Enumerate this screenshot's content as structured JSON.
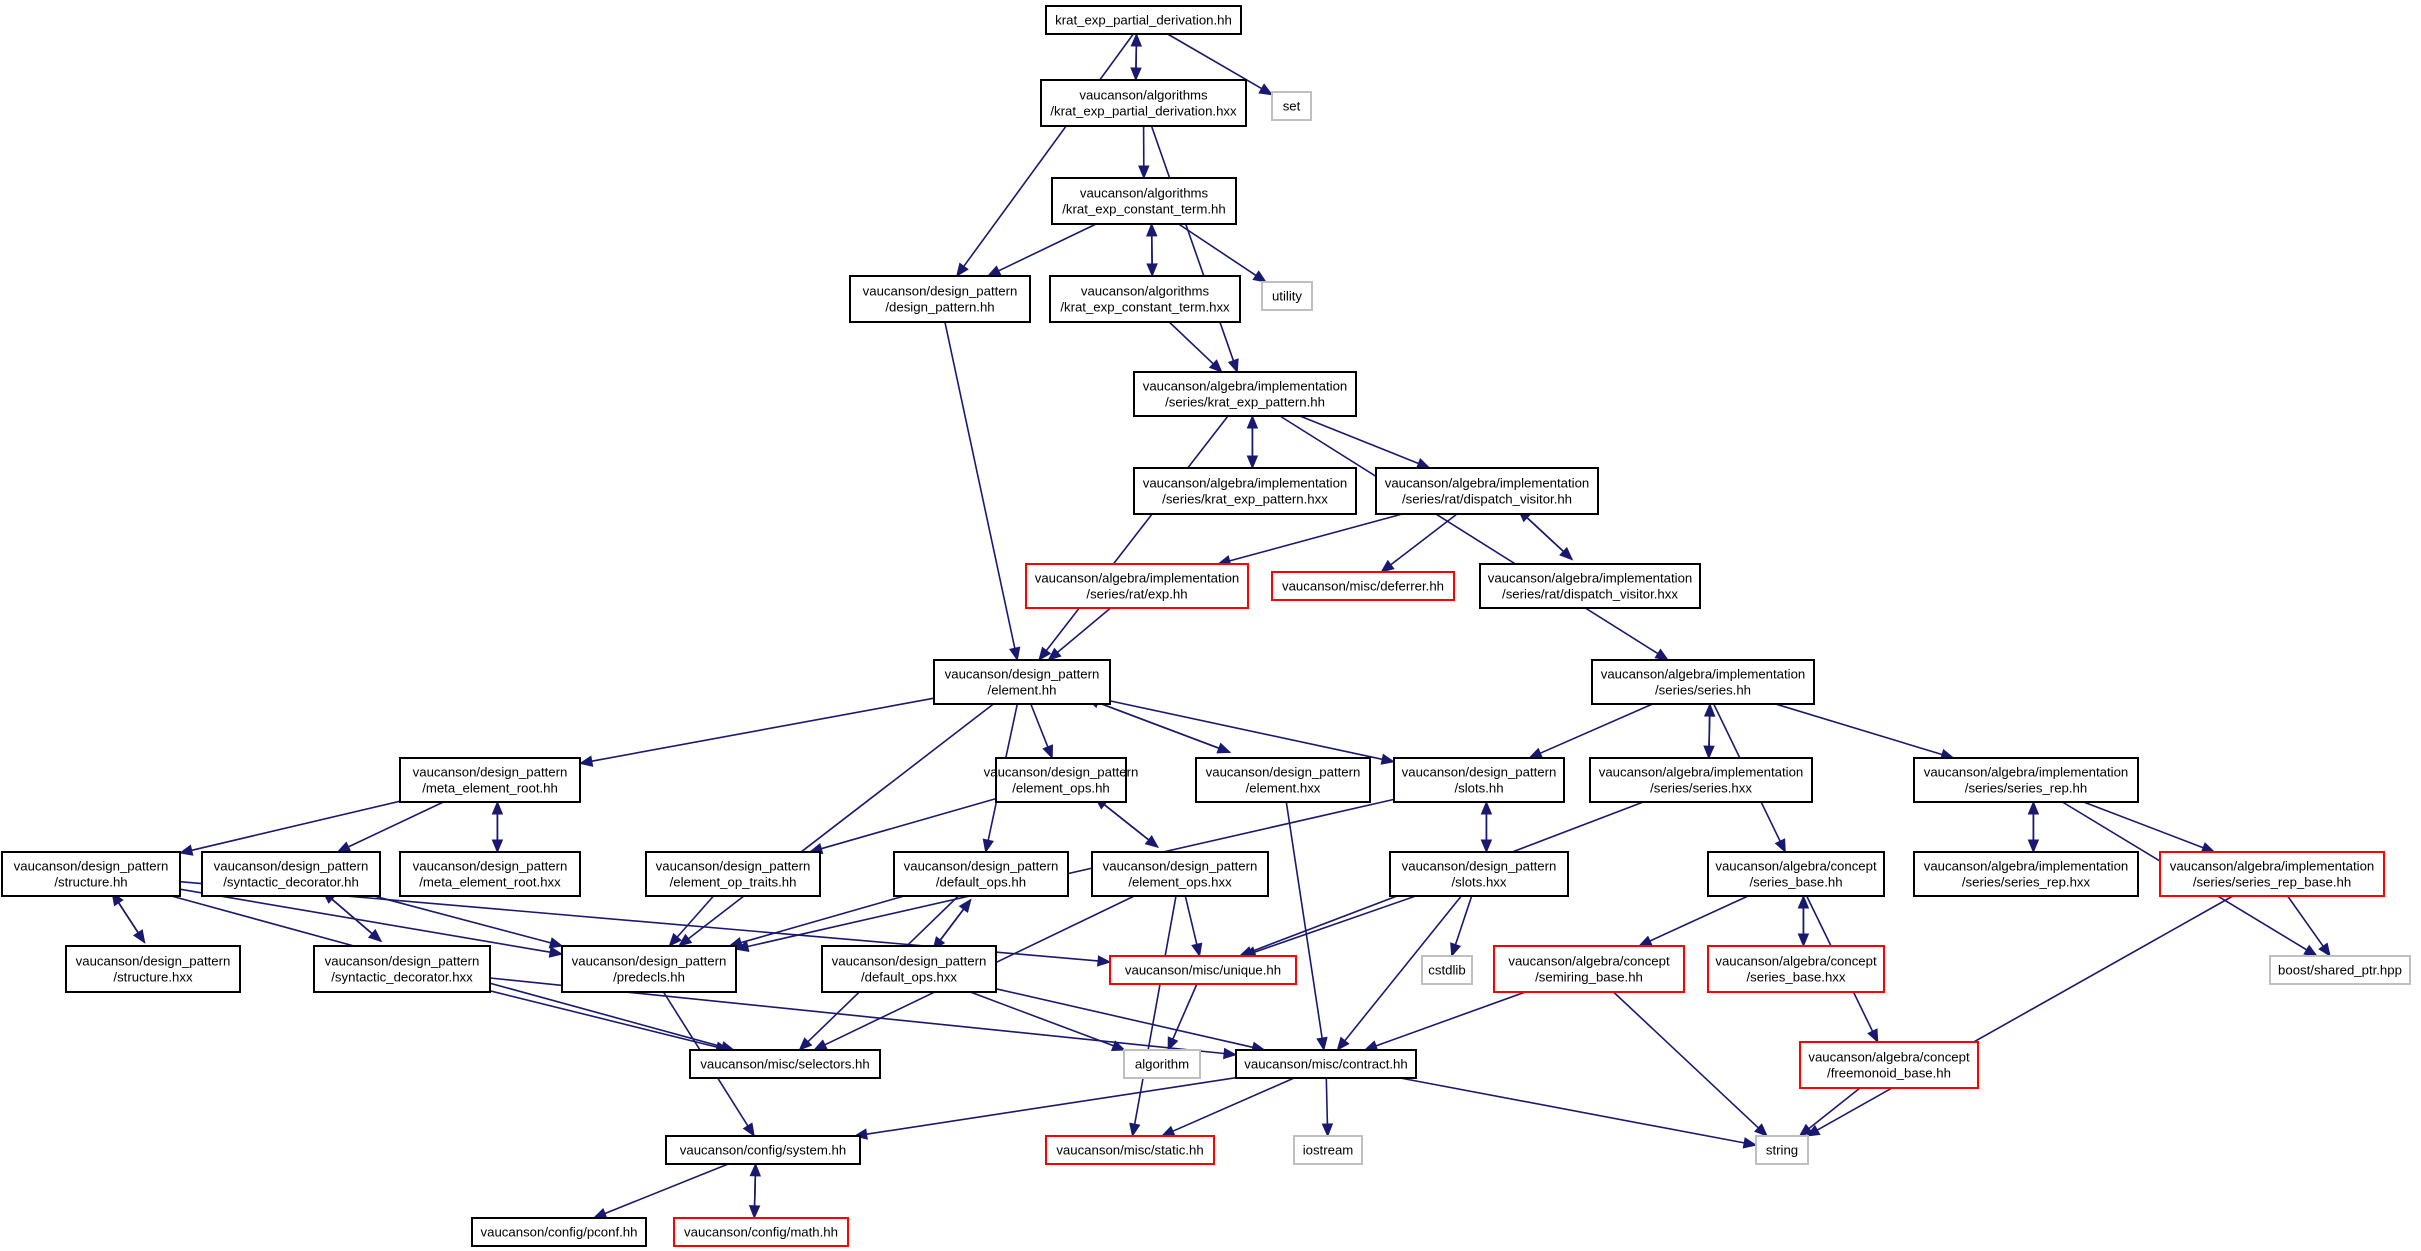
{
  "graph": {
    "type": "include-dependency-graph",
    "colors": {
      "edge": "#191970",
      "root_fill": "#bfbfbf",
      "node_border": "#000000",
      "truncated_border": "#ff0000",
      "system_border": "#bfbfbf"
    },
    "nodes": [
      {
        "id": "root",
        "kind": "root",
        "lines": [
          "krat_exp_partial_derivation.hh"
        ]
      },
      {
        "id": "kepd_hxx",
        "kind": "normal",
        "lines": [
          "vaucanson/algorithms",
          "/krat_exp_partial_derivation.hxx"
        ]
      },
      {
        "id": "set",
        "kind": "system",
        "lines": [
          "set"
        ]
      },
      {
        "id": "kect_hh",
        "kind": "normal",
        "lines": [
          "vaucanson/algorithms",
          "/krat_exp_constant_term.hh"
        ]
      },
      {
        "id": "dp_hh",
        "kind": "normal",
        "lines": [
          "vaucanson/design_pattern",
          "/design_pattern.hh"
        ]
      },
      {
        "id": "kect_hxx",
        "kind": "normal",
        "lines": [
          "vaucanson/algorithms",
          "/krat_exp_constant_term.hxx"
        ]
      },
      {
        "id": "utility",
        "kind": "system",
        "lines": [
          "utility"
        ]
      },
      {
        "id": "kep_hh",
        "kind": "normal",
        "lines": [
          "vaucanson/algebra/implementation",
          "/series/krat_exp_pattern.hh"
        ]
      },
      {
        "id": "kep_hxx",
        "kind": "normal",
        "lines": [
          "vaucanson/algebra/implementation",
          "/series/krat_exp_pattern.hxx"
        ]
      },
      {
        "id": "dv_hh",
        "kind": "normal",
        "lines": [
          "vaucanson/algebra/implementation",
          "/series/rat/dispatch_visitor.hh"
        ]
      },
      {
        "id": "exp_hh",
        "kind": "truncated",
        "lines": [
          "vaucanson/algebra/implementation",
          "/series/rat/exp.hh"
        ]
      },
      {
        "id": "deferrer",
        "kind": "truncated",
        "lines": [
          "vaucanson/misc/deferrer.hh"
        ]
      },
      {
        "id": "dv_hxx",
        "kind": "normal",
        "lines": [
          "vaucanson/algebra/implementation",
          "/series/rat/dispatch_visitor.hxx"
        ]
      },
      {
        "id": "element_hh",
        "kind": "normal",
        "lines": [
          "vaucanson/design_pattern",
          "/element.hh"
        ]
      },
      {
        "id": "series_hh",
        "kind": "normal",
        "lines": [
          "vaucanson/algebra/implementation",
          "/series/series.hh"
        ]
      },
      {
        "id": "mer_hh",
        "kind": "normal",
        "lines": [
          "vaucanson/design_pattern",
          "/meta_element_root.hh"
        ]
      },
      {
        "id": "eops_hh",
        "kind": "normal",
        "lines": [
          "vaucanson/design_pattern",
          "/element_ops.hh"
        ]
      },
      {
        "id": "element_hxx",
        "kind": "normal",
        "lines": [
          "vaucanson/design_pattern",
          "/element.hxx"
        ]
      },
      {
        "id": "slots_hh",
        "kind": "normal",
        "lines": [
          "vaucanson/design_pattern",
          "/slots.hh"
        ]
      },
      {
        "id": "series_hxx",
        "kind": "normal",
        "lines": [
          "vaucanson/algebra/implementation",
          "/series/series.hxx"
        ]
      },
      {
        "id": "srep_hh",
        "kind": "normal",
        "lines": [
          "vaucanson/algebra/implementation",
          "/series/series_rep.hh"
        ]
      },
      {
        "id": "structure_hh",
        "kind": "normal",
        "lines": [
          "vaucanson/design_pattern",
          "/structure.hh"
        ]
      },
      {
        "id": "sd_hh",
        "kind": "normal",
        "lines": [
          "vaucanson/design_pattern",
          "/syntactic_decorator.hh"
        ]
      },
      {
        "id": "mer_hxx",
        "kind": "normal",
        "lines": [
          "vaucanson/design_pattern",
          "/meta_element_root.hxx"
        ]
      },
      {
        "id": "eot_hh",
        "kind": "normal",
        "lines": [
          "vaucanson/design_pattern",
          "/element_op_traits.hh"
        ]
      },
      {
        "id": "dops_hh",
        "kind": "normal",
        "lines": [
          "vaucanson/design_pattern",
          "/default_ops.hh"
        ]
      },
      {
        "id": "eops_hxx",
        "kind": "normal",
        "lines": [
          "vaucanson/design_pattern",
          "/element_ops.hxx"
        ]
      },
      {
        "id": "slots_hxx",
        "kind": "normal",
        "lines": [
          "vaucanson/design_pattern",
          "/slots.hxx"
        ]
      },
      {
        "id": "sbase_hh",
        "kind": "normal",
        "lines": [
          "vaucanson/algebra/concept",
          "/series_base.hh"
        ]
      },
      {
        "id": "srep_hxx",
        "kind": "normal",
        "lines": [
          "vaucanson/algebra/implementation",
          "/series/series_rep.hxx"
        ]
      },
      {
        "id": "srb_hh",
        "kind": "truncated",
        "lines": [
          "vaucanson/algebra/implementation",
          "/series/series_rep_base.hh"
        ]
      },
      {
        "id": "structure_hxx",
        "kind": "normal",
        "lines": [
          "vaucanson/design_pattern",
          "/structure.hxx"
        ]
      },
      {
        "id": "sd_hxx",
        "kind": "normal",
        "lines": [
          "vaucanson/design_pattern",
          "/syntactic_decorator.hxx"
        ]
      },
      {
        "id": "predecls",
        "kind": "normal",
        "lines": [
          "vaucanson/design_pattern",
          "/predecls.hh"
        ]
      },
      {
        "id": "dops_hxx",
        "kind": "normal",
        "lines": [
          "vaucanson/design_pattern",
          "/default_ops.hxx"
        ]
      },
      {
        "id": "unique",
        "kind": "truncated",
        "lines": [
          "vaucanson/misc/unique.hh"
        ]
      },
      {
        "id": "cstdlib",
        "kind": "system",
        "lines": [
          "cstdlib"
        ]
      },
      {
        "id": "semiring",
        "kind": "truncated",
        "lines": [
          "vaucanson/algebra/concept",
          "/semiring_base.hh"
        ]
      },
      {
        "id": "sbase_hxx",
        "kind": "truncated",
        "lines": [
          "vaucanson/algebra/concept",
          "/series_base.hxx"
        ]
      },
      {
        "id": "shared_ptr",
        "kind": "system",
        "lines": [
          "boost/shared_ptr.hpp"
        ]
      },
      {
        "id": "selectors",
        "kind": "normal",
        "lines": [
          "vaucanson/misc/selectors.hh"
        ]
      },
      {
        "id": "algorithm",
        "kind": "system",
        "lines": [
          "algorithm"
        ]
      },
      {
        "id": "contract",
        "kind": "normal",
        "lines": [
          "vaucanson/misc/contract.hh"
        ]
      },
      {
        "id": "freemonoid",
        "kind": "truncated",
        "lines": [
          "vaucanson/algebra/concept",
          "/freemonoid_base.hh"
        ]
      },
      {
        "id": "system_hh",
        "kind": "normal",
        "lines": [
          "vaucanson/config/system.hh"
        ]
      },
      {
        "id": "static_hh",
        "kind": "truncated",
        "lines": [
          "vaucanson/misc/static.hh"
        ]
      },
      {
        "id": "iostream",
        "kind": "system",
        "lines": [
          "iostream"
        ]
      },
      {
        "id": "string",
        "kind": "system",
        "lines": [
          "string"
        ]
      },
      {
        "id": "pconf",
        "kind": "normal",
        "lines": [
          "vaucanson/config/pconf.hh"
        ]
      },
      {
        "id": "math_hh",
        "kind": "truncated",
        "lines": [
          "vaucanson/config/math.hh"
        ]
      }
    ],
    "edges": [
      [
        "root",
        "kepd_hxx"
      ],
      [
        "kepd_hxx",
        "root"
      ],
      [
        "root",
        "set"
      ],
      [
        "root",
        "dp_hh"
      ],
      [
        "kepd_hxx",
        "kect_hh"
      ],
      [
        "kepd_hxx",
        "kep_hh"
      ],
      [
        "kect_hh",
        "dp_hh"
      ],
      [
        "kect_hh",
        "kect_hxx"
      ],
      [
        "kect_hxx",
        "kect_hh"
      ],
      [
        "kect_hh",
        "utility"
      ],
      [
        "kect_hxx",
        "kep_hh"
      ],
      [
        "dp_hh",
        "element_hh"
      ],
      [
        "kep_hh",
        "kep_hxx"
      ],
      [
        "kep_hxx",
        "kep_hh"
      ],
      [
        "kep_hh",
        "dv_hh"
      ],
      [
        "kep_hh",
        "element_hh"
      ],
      [
        "kep_hh",
        "series_hh"
      ],
      [
        "dv_hh",
        "exp_hh"
      ],
      [
        "dv_hh",
        "deferrer"
      ],
      [
        "dv_hh",
        "dv_hxx"
      ],
      [
        "dv_hxx",
        "dv_hh"
      ],
      [
        "exp_hh",
        "element_hh"
      ],
      [
        "element_hh",
        "mer_hh"
      ],
      [
        "element_hh",
        "eops_hh"
      ],
      [
        "element_hh",
        "element_hxx"
      ],
      [
        "element_hxx",
        "element_hh"
      ],
      [
        "element_hh",
        "slots_hh"
      ],
      [
        "element_hh",
        "dops_hh"
      ],
      [
        "element_hh",
        "predecls"
      ],
      [
        "series_hh",
        "slots_hh"
      ],
      [
        "series_hh",
        "series_hxx"
      ],
      [
        "series_hxx",
        "series_hh"
      ],
      [
        "series_hh",
        "srep_hh"
      ],
      [
        "series_hh",
        "sbase_hh"
      ],
      [
        "mer_hh",
        "structure_hh"
      ],
      [
        "mer_hh",
        "sd_hh"
      ],
      [
        "mer_hh",
        "mer_hxx"
      ],
      [
        "mer_hxx",
        "mer_hh"
      ],
      [
        "eops_hh",
        "eot_hh"
      ],
      [
        "eops_hh",
        "eops_hxx"
      ],
      [
        "eops_hxx",
        "eops_hh"
      ],
      [
        "element_hxx",
        "contract"
      ],
      [
        "slots_hh",
        "predecls"
      ],
      [
        "slots_hh",
        "slots_hxx"
      ],
      [
        "slots_hxx",
        "slots_hh"
      ],
      [
        "series_hxx",
        "unique"
      ],
      [
        "srep_hh",
        "srep_hxx"
      ],
      [
        "srep_hxx",
        "srep_hh"
      ],
      [
        "srep_hh",
        "srb_hh"
      ],
      [
        "srep_hh",
        "shared_ptr"
      ],
      [
        "structure_hh",
        "structure_hxx"
      ],
      [
        "structure_hxx",
        "structure_hh"
      ],
      [
        "structure_hh",
        "predecls"
      ],
      [
        "structure_hh",
        "unique"
      ],
      [
        "structure_hh",
        "selectors"
      ],
      [
        "sd_hh",
        "sd_hxx"
      ],
      [
        "sd_hxx",
        "sd_hh"
      ],
      [
        "sd_hh",
        "predecls"
      ],
      [
        "sd_hxx",
        "selectors"
      ],
      [
        "sd_hxx",
        "contract"
      ],
      [
        "eot_hh",
        "predecls"
      ],
      [
        "dops_hh",
        "dops_hxx"
      ],
      [
        "dops_hxx",
        "dops_hh"
      ],
      [
        "dops_hh",
        "predecls"
      ],
      [
        "dops_hh",
        "selectors"
      ],
      [
        "dops_hxx",
        "algorithm"
      ],
      [
        "dops_hxx",
        "contract"
      ],
      [
        "eops_hxx",
        "unique"
      ],
      [
        "eops_hxx",
        "selectors"
      ],
      [
        "eops_hxx",
        "static_hh"
      ],
      [
        "slots_hxx",
        "unique"
      ],
      [
        "slots_hxx",
        "cstdlib"
      ],
      [
        "slots_hxx",
        "contract"
      ],
      [
        "sbase_hh",
        "semiring"
      ],
      [
        "sbase_hh",
        "sbase_hxx"
      ],
      [
        "sbase_hxx",
        "sbase_hh"
      ],
      [
        "sbase_hh",
        "freemonoid"
      ],
      [
        "srb_hh",
        "shared_ptr"
      ],
      [
        "srb_hh",
        "string"
      ],
      [
        "semiring",
        "contract"
      ],
      [
        "semiring",
        "string"
      ],
      [
        "predecls",
        "system_hh"
      ],
      [
        "unique",
        "algorithm"
      ],
      [
        "contract",
        "system_hh"
      ],
      [
        "contract",
        "static_hh"
      ],
      [
        "contract",
        "iostream"
      ],
      [
        "contract",
        "string"
      ],
      [
        "freemonoid",
        "string"
      ],
      [
        "system_hh",
        "pconf"
      ],
      [
        "system_hh",
        "math_hh"
      ],
      [
        "math_hh",
        "system_hh"
      ]
    ]
  }
}
